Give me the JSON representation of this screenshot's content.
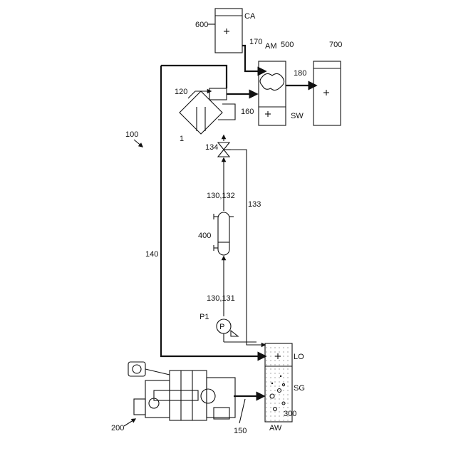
{
  "labels": {
    "system": "100",
    "engine": "200",
    "tank_lo": "300",
    "heat_exchanger": "400",
    "separator_tank": "500",
    "ca_tank": "600",
    "collection_tank": "700",
    "centrifuge": "1",
    "pipe_120": "120",
    "line_130_131": "130,131",
    "line_130_132": "130,132",
    "line_133": "133",
    "valve_134": "134",
    "line_140": "140",
    "line_150": "150",
    "line_160": "160",
    "line_170": "170",
    "line_180": "180",
    "pump_tag": "P1",
    "pump_letter": "P",
    "ca": "CA",
    "am": "AM",
    "sw": "SW",
    "lo": "LO",
    "sg": "SG",
    "aw": "AW"
  },
  "colors": {
    "ink": "#111111",
    "background": "#ffffff"
  }
}
